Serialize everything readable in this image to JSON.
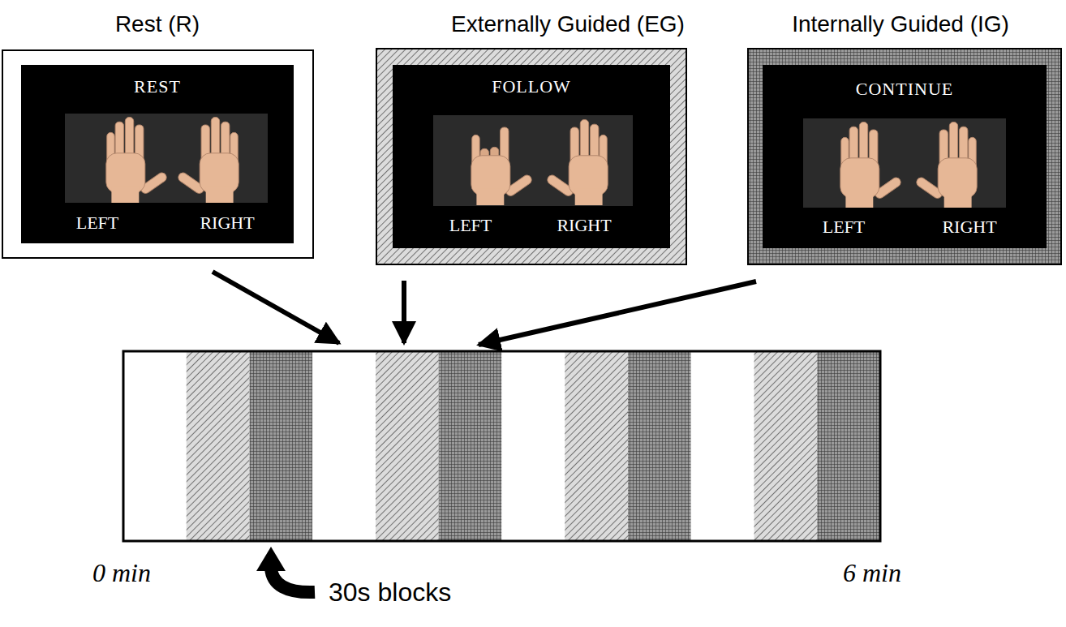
{
  "diagram": {
    "nodes": [
      {
        "text": [
          "Rest (R)",
          "REST",
          "LEFT",
          "RIGHT"
        ]
      },
      {
        "text": [
          "Externally Guided (EG)",
          "FOLLOW",
          "LEFT",
          "RIGHT"
        ]
      },
      {
        "text": [
          "Internally Guided (IG)",
          "CONTINUE",
          "LEFT",
          "RIGHT"
        ]
      }
    ],
    "labels": [
      "0 min",
      "6 min",
      "30s blocks"
    ]
  }
}
